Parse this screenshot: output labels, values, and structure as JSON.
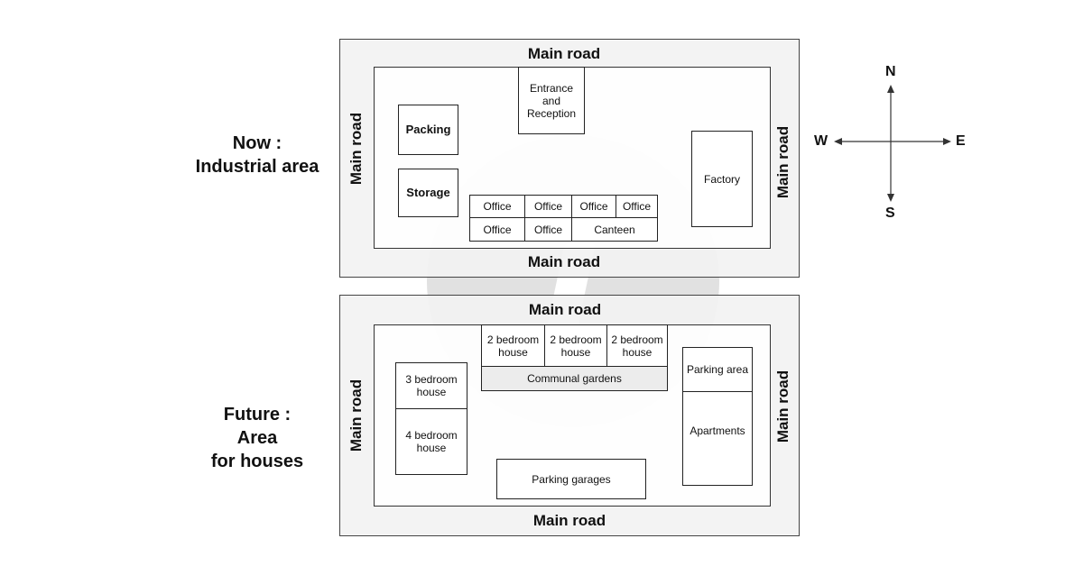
{
  "labels": {
    "now_title": "Now :",
    "now_subtitle": "Industrial area",
    "future_title": "Future :",
    "future_line2": "Area",
    "future_line3": "for houses"
  },
  "now_map": {
    "road_top": "Main road",
    "road_bottom": "Main road",
    "road_left": "Main road",
    "road_right": "Main road",
    "entrance": "Entrance and Reception",
    "packing": "Packing",
    "storage": "Storage",
    "factory": "Factory",
    "offices": [
      "Office",
      "Office",
      "Office",
      "Office",
      "Office",
      "Office"
    ],
    "canteen": "Canteen"
  },
  "future_map": {
    "road_top": "Main road",
    "road_bottom": "Main road",
    "road_left": "Main road",
    "road_right": "Main road",
    "two_bedroom": [
      "2 bedroom house",
      "2 bedroom house",
      "2 bedroom house"
    ],
    "communal_gardens": "Communal gardens",
    "three_bedroom": "3 bedroom house",
    "four_bedroom": "4 bedroom house",
    "parking_area": "Parking area",
    "apartments": "Apartments",
    "parking_garages": "Parking garages"
  },
  "compass": {
    "n": "N",
    "s": "S",
    "e": "E",
    "w": "W"
  }
}
